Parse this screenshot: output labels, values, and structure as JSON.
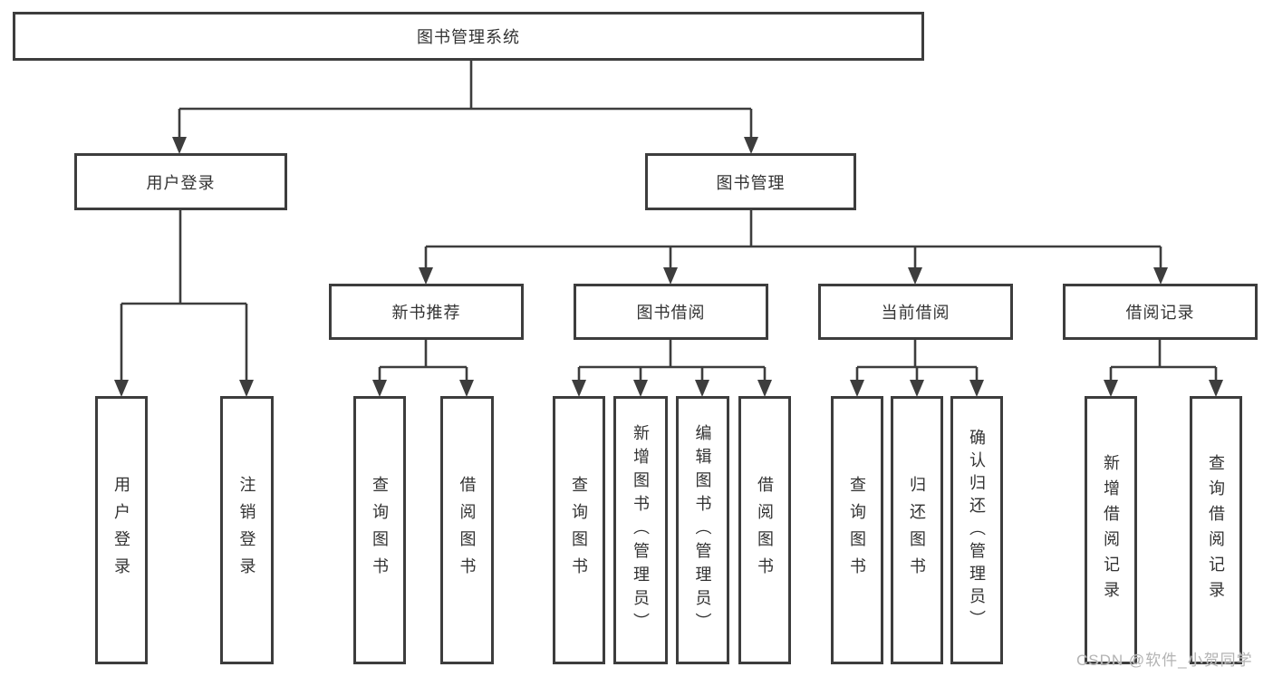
{
  "diagram": {
    "title": "图书管理系统",
    "root": {
      "label": "图书管理系统"
    },
    "level2": {
      "user_login": {
        "label": "用户登录"
      },
      "book_management": {
        "label": "图书管理"
      }
    },
    "level3": {
      "new_book_recommend": {
        "label": "新书推荐"
      },
      "book_borrowing": {
        "label": "图书借阅"
      },
      "current_borrowing": {
        "label": "当前借阅"
      },
      "borrowing_records": {
        "label": "借阅记录"
      }
    },
    "leaves": {
      "user_login": [
        "用户登录",
        "注销登录"
      ],
      "new_book_recommend": [
        "查询图书",
        "借阅图书"
      ],
      "book_borrowing": [
        "查询图书",
        "新增图书（管理员）",
        "编辑图书（管理员）",
        "借阅图书"
      ],
      "current_borrowing": [
        "查询图书",
        "归还图书",
        "确认归还（管理员）"
      ],
      "borrowing_records": [
        "新增借阅记录",
        "查询借阅记录"
      ]
    }
  },
  "watermark": {
    "text": "CSDN @软件_小贺同学"
  },
  "colors": {
    "line": "#3d3d3d",
    "node_border": "#3d3d3d",
    "node_text": "#333333",
    "watermark_text": "#b3b3b3",
    "background": "#ffffff"
  }
}
